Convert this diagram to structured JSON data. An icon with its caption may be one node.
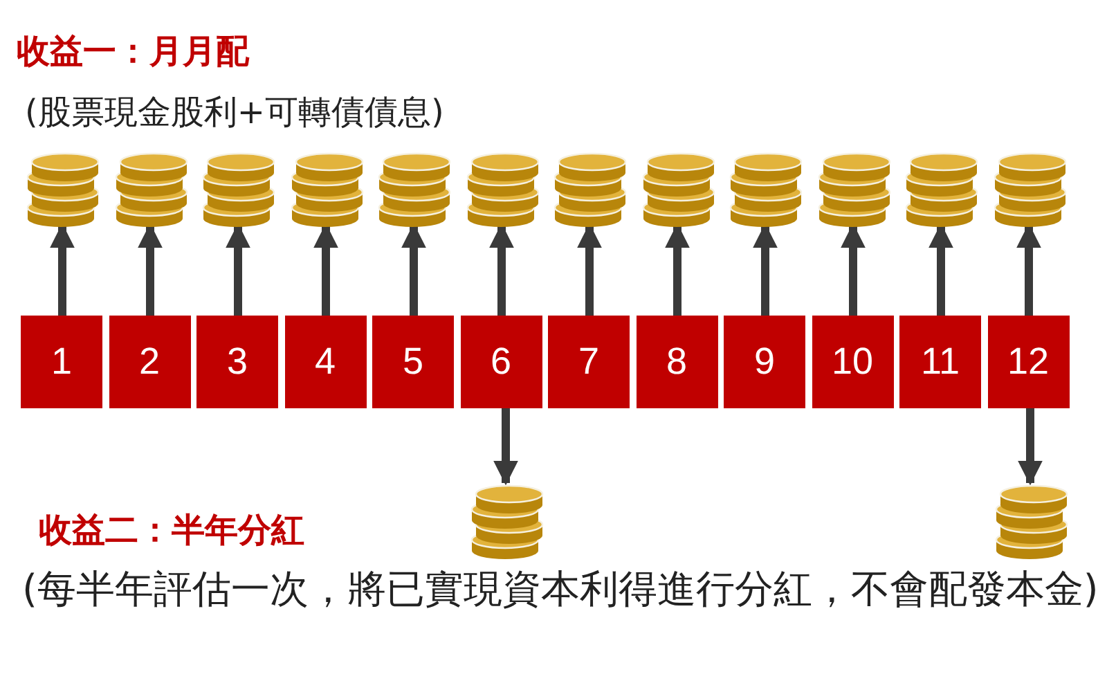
{
  "diagram": {
    "nodes": [
      {
        "text": [],
        "shape": "coins"
      },
      {
        "text": [],
        "shape": "coins"
      },
      {
        "text": [],
        "shape": "coins"
      },
      {
        "text": [],
        "shape": "coins"
      },
      {
        "text": [],
        "shape": "coins"
      },
      {
        "text": [],
        "shape": "coins"
      },
      {
        "text": [],
        "shape": "coins"
      },
      {
        "text": [],
        "shape": "coins"
      },
      {
        "text": [],
        "shape": "coins"
      },
      {
        "text": [],
        "shape": "coins"
      },
      {
        "text": [],
        "shape": "coins"
      },
      {
        "text": [],
        "shape": "coins"
      },
      {
        "text": [
          "1"
        ]
      },
      {
        "text": [
          "2"
        ]
      },
      {
        "text": [
          "3"
        ]
      },
      {
        "text": [
          "4"
        ]
      },
      {
        "text": [
          "5"
        ]
      },
      {
        "text": [
          "6"
        ]
      },
      {
        "text": [
          "7"
        ]
      },
      {
        "text": [
          "8"
        ]
      },
      {
        "text": [
          "9"
        ]
      },
      {
        "text": [
          "10"
        ]
      },
      {
        "text": [
          "11"
        ]
      },
      {
        "text": [
          "12"
        ]
      },
      {
        "text": [],
        "shape": "coins"
      },
      {
        "text": [],
        "shape": "coins"
      }
    ],
    "edges": [
      {
        "from": 12,
        "to": 0,
        "arrow": "to"
      },
      {
        "from": 13,
        "to": 1,
        "arrow": "to"
      },
      {
        "from": 14,
        "to": 2,
        "arrow": "to"
      },
      {
        "from": 15,
        "to": 3,
        "arrow": "to"
      },
      {
        "from": 16,
        "to": 4,
        "arrow": "to"
      },
      {
        "from": 17,
        "to": 5,
        "arrow": "to"
      },
      {
        "from": 18,
        "to": 6,
        "arrow": "to"
      },
      {
        "from": 19,
        "to": 7,
        "arrow": "to"
      },
      {
        "from": 20,
        "to": 8,
        "arrow": "to"
      },
      {
        "from": 21,
        "to": 9,
        "arrow": "to"
      },
      {
        "from": 22,
        "to": 10,
        "arrow": "to"
      },
      {
        "from": 23,
        "to": 11,
        "arrow": "to"
      },
      {
        "from": 17,
        "to": 24,
        "arrow": "to"
      },
      {
        "from": 23,
        "to": 25,
        "arrow": "to"
      }
    ],
    "labels": [
      "收益一：月月配",
      "(股票現金股利+可轉債債息)",
      "收益二：半年分紅",
      "(每半年評估一次，將已實現資本利得進行分紅，不會配發本金)"
    ]
  }
}
